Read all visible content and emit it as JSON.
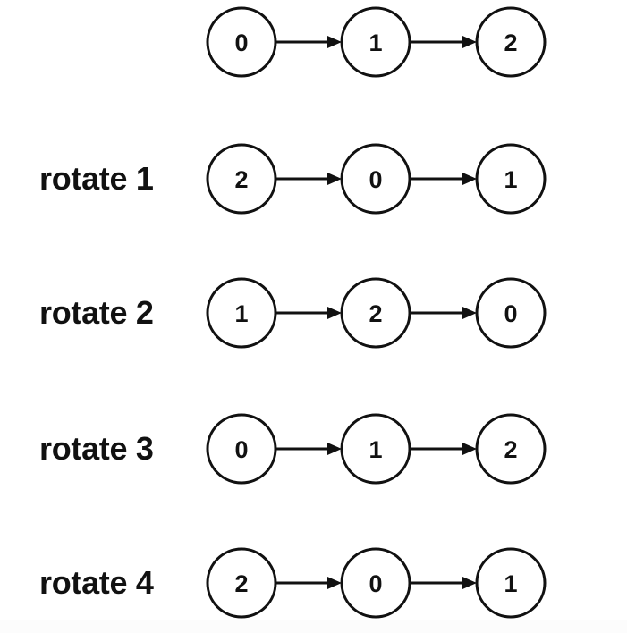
{
  "diagram": {
    "type": "linked-list-rotation",
    "background_color": "#ffffff",
    "stroke_color": "#111111",
    "label_color": "#111111",
    "node_radius": 38,
    "column_centers": [
      270,
      420,
      571
    ],
    "row_centers": [
      47,
      200,
      350,
      502,
      652
    ],
    "rows": [
      {
        "label": "",
        "has_label": false,
        "nodes": [
          "0",
          "1",
          "2"
        ],
        "edges": [
          "arrow",
          "arrow"
        ]
      },
      {
        "label": "rotate 1",
        "has_label": true,
        "nodes": [
          "2",
          "0",
          "1"
        ],
        "edges": [
          "arrow",
          "arrow"
        ]
      },
      {
        "label": "rotate 2",
        "has_label": true,
        "nodes": [
          "1",
          "2",
          "0"
        ],
        "edges": [
          "arrow",
          "arrow"
        ]
      },
      {
        "label": "rotate 3",
        "has_label": true,
        "nodes": [
          "0",
          "1",
          "2"
        ],
        "edges": [
          "arrow",
          "arrow"
        ]
      },
      {
        "label": "rotate 4",
        "has_label": true,
        "nodes": [
          "2",
          "0",
          "1"
        ],
        "edges": [
          "arrow",
          "arrow"
        ]
      }
    ]
  }
}
